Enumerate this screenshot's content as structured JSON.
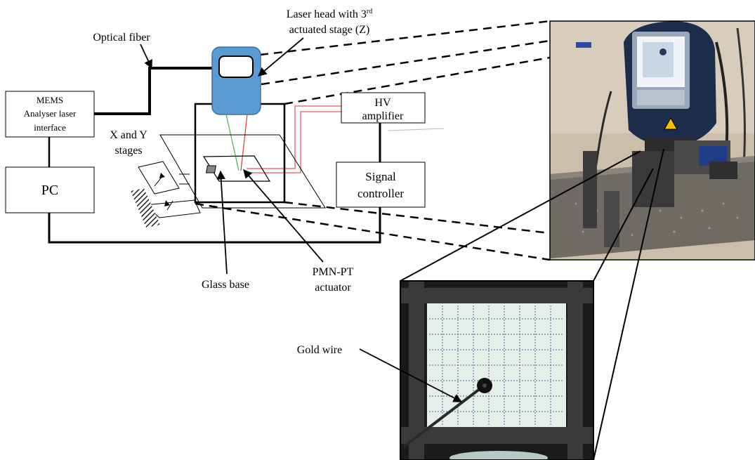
{
  "labels": {
    "laser_head_line1": "Laser head with 3",
    "laser_head_sup": "rd",
    "laser_head_line2": "actuated stage (Z)",
    "optical_fiber": "Optical fiber",
    "mems_line1": "MEMS",
    "mems_line2": "Analyser laser",
    "mems_line3": "interface",
    "xy_line1": "X and Y",
    "xy_line2": "stages",
    "pc": "PC",
    "hv_line1": "HV",
    "hv_line2": "amplifier",
    "signal_line1": "Signal",
    "signal_line2": "controller",
    "glass_base": "Glass base",
    "pmn_line1": "PMN-PT",
    "pmn_line2": "actuator",
    "gold_wire": "Gold wire"
  },
  "colors": {
    "laser_head_fill": "#5b9bd5",
    "laser_head_stroke": "#41719c",
    "beam_green": "#4caf50",
    "beam_red": "#e53935",
    "hv_cable": "#e57373",
    "photo_bench": "#6f6a63",
    "photo_housing": "#1c2c4a",
    "micrograph_bg": "#1a1a1a",
    "micrograph_membrane": "#e6eee9",
    "micrograph_grid": "#4a6aa8"
  },
  "icons": [
    "laser-head-icon",
    "hatched-ground-icon",
    "mems-micrograph-photo",
    "laser-setup-photo"
  ]
}
